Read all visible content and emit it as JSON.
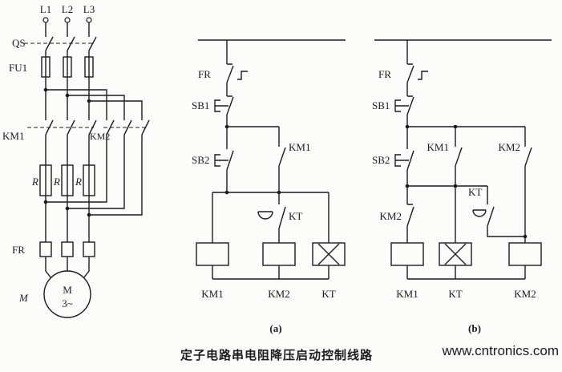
{
  "colors": {
    "ink": "#1c1c1c",
    "watermark_green": "#a6d35c",
    "background": "#fcfcfa"
  },
  "caption": "定子电路串电阻降压启动控制线路",
  "watermark": {
    "text": "www.cntronics.com",
    "color": "#a6d35c"
  },
  "power": {
    "phases": [
      "L1",
      "L2",
      "L3"
    ],
    "qs": "QS",
    "fu": "FU1",
    "km1": "KM1",
    "km2": "KM2",
    "r": [
      "R",
      "R",
      "R"
    ],
    "fr": "FR",
    "motor_label": "M",
    "motor_m": "M",
    "motor_phase": "3~"
  },
  "a": {
    "fr": "FR",
    "sb1": "SB1",
    "sb2": "SB2",
    "km1_aux": "KM1",
    "kt_contact": "KT",
    "coils": [
      "KM1",
      "KM2",
      "KT"
    ],
    "tag": "(a)"
  },
  "b": {
    "fr": "FR",
    "sb1": "SB1",
    "sb2": "SB2",
    "km1_aux": "KM1",
    "km2_aux": "KM2",
    "kt_contact": "KT",
    "km2_nc": "KM2",
    "coils": [
      "KM1",
      "KT",
      "KM2"
    ],
    "tag": "(b)"
  }
}
